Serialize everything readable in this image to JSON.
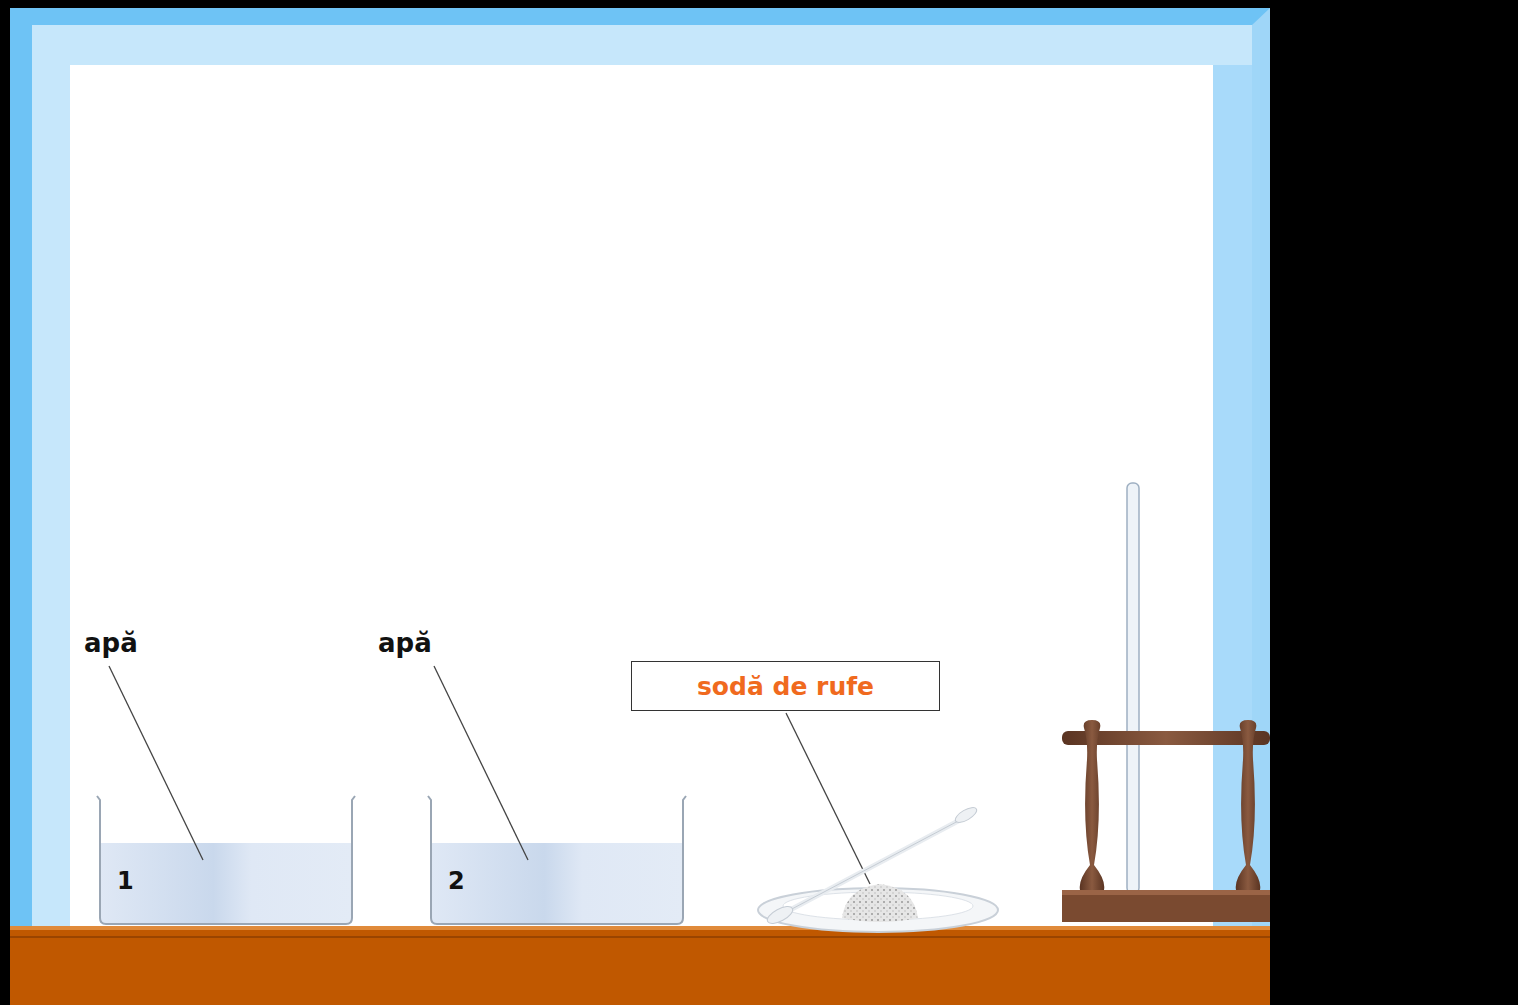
{
  "diagram": {
    "nodes": [
      {
        "text": [
          "sodă de rufe"
        ]
      }
    ],
    "labels": [
      "apă",
      "apă",
      "1",
      "2"
    ]
  }
}
